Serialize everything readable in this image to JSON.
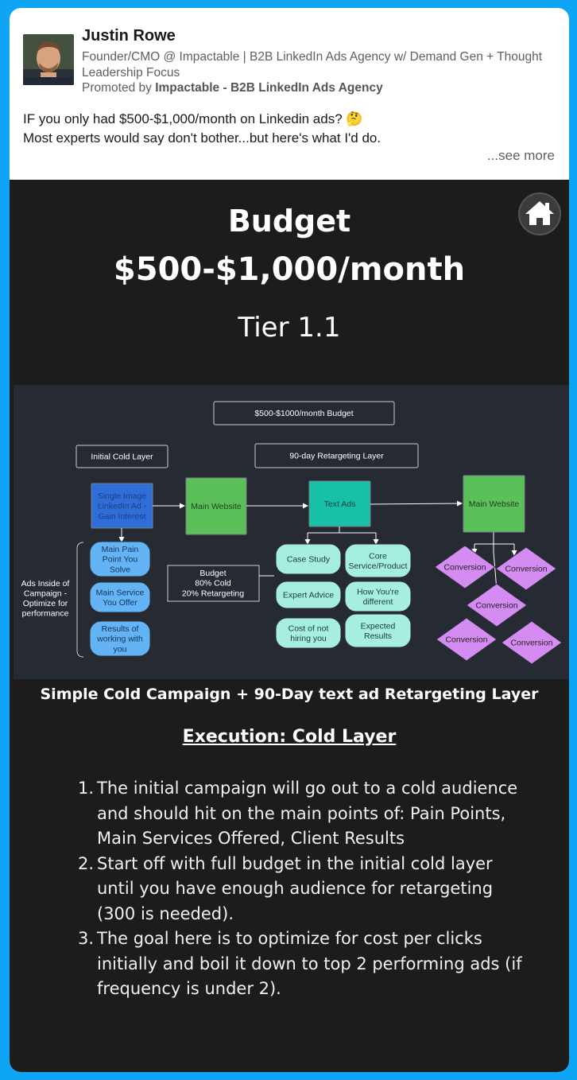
{
  "post": {
    "author": "Justin Rowe",
    "headline": "Founder/CMO @ Impactable | B2B LinkedIn Ads Agency w/ Demand Gen + Thought Leadership Focus",
    "promoted_prefix": "Promoted by",
    "promoted_by": "Impactable - B2B LinkedIn Ads Agency",
    "text_line1": "IF you only had $500-$1,000/month on Linkedin ads? 🤔",
    "text_line2": "Most experts would say don't bother...but here's what I'd do.",
    "see_more": "...see more"
  },
  "slide": {
    "title_line1": "Budget",
    "title_line2": "$500-$1,000/month",
    "tier": "Tier 1.1",
    "home_icon": "home-icon",
    "caption": "Simple Cold Campaign + 90-Day text ad Retargeting Layer",
    "execution_title": "Execution: Cold Layer",
    "execution_steps": [
      {
        "num": "1.",
        "text": "The initial campaign will go out to a cold audience and should hit on the main points of: Pain Points, Main Services Offered, Client Results"
      },
      {
        "num": "2.",
        "text": "Start off with full budget in the initial cold layer until you have enough audience for retargeting (300 is needed)."
      },
      {
        "num": "3.",
        "text": "The goal here is to optimize for cost per clicks initially and boil it down to top 2 performing ads (if frequency is under 2)."
      }
    ]
  },
  "diagram": {
    "budget_header": "$500-$1000/month Budget",
    "cold_layer_label": "Initial Cold Layer",
    "retargeting_layer_label": "90-day Retargeting Layer",
    "single_image_ad": [
      "Single Image",
      "LinkedIn Ad -",
      "Gain Interest"
    ],
    "main_website_1": "Main Website",
    "text_ads": "Text Ads",
    "main_website_2": "Main Website",
    "ads_inside_label": [
      "Ads Inside of",
      "Campaign -",
      "Optimize for",
      "performance"
    ],
    "cold_ads": [
      [
        "Main Pain",
        "Point You",
        "Solve"
      ],
      [
        "Main Service",
        "You Offer"
      ],
      [
        "Results of",
        "working with",
        "you"
      ]
    ],
    "budget_split": [
      "Budget",
      "80% Cold",
      "20% Retargeting"
    ],
    "retarget_ads_left": [
      [
        "Case Study"
      ],
      [
        "Expert Advice"
      ],
      [
        "Cost of not",
        "hiring you"
      ]
    ],
    "retarget_ads_right": [
      [
        "Core",
        "Service/Product"
      ],
      [
        "How You're",
        "different"
      ],
      [
        "Expected",
        "Results"
      ]
    ],
    "conversion_label": "Conversion",
    "colors": {
      "blue_box": "#2f6ed6",
      "green_box": "#5cc05a",
      "teal_box": "#17c1a7",
      "light_blue_pill": "#63b3f5",
      "mint_pill": "#a6efe0",
      "diamond": "#d58cf2"
    }
  }
}
